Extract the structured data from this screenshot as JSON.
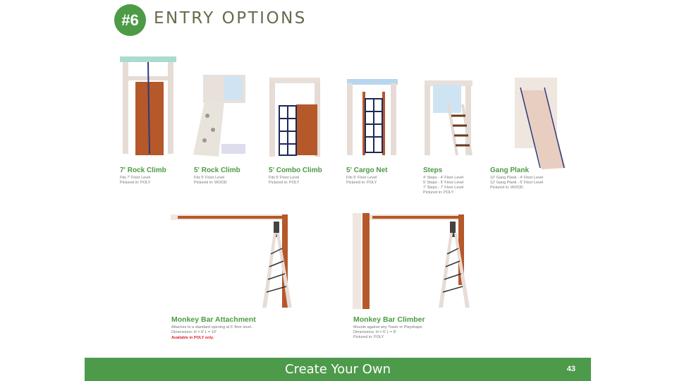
{
  "header": {
    "badge": "#6",
    "title": "ENTRY OPTIONS"
  },
  "products": [
    {
      "name": "7' Rock Climb",
      "lines": [
        "Fits 7' Floor Level",
        "Pictured in: POLY"
      ]
    },
    {
      "name": "5' Rock Climb",
      "lines": [
        "Fits 5' Floor Level",
        "Pictured in: WOOD"
      ]
    },
    {
      "name": "5' Combo Climb",
      "lines": [
        "Fits 5' Floor Level",
        "Pictured in: POLY"
      ]
    },
    {
      "name": "5' Cargo Net",
      "lines": [
        "Fits 5' Floor Level",
        "Pictured in: POLY"
      ]
    },
    {
      "name": "Steps",
      "lines": [
        "4' Steps - 4' Floor Level",
        "5' Steps - 5' Floor Level",
        "7' Steps - 7' Floor Level",
        "Pictured in: POLY"
      ]
    },
    {
      "name": "Gang Plank",
      "lines": [
        "10' Gang Plank - 4' Floor Level",
        "12' Gang Plank - 5' Floor Level",
        "Pictured in: WOOD"
      ]
    }
  ],
  "monkey": [
    {
      "name": "Monkey Bar Attachment",
      "lines": [
        "Attaches to a standard opening at 5' floor level.",
        "Dimensions: H = 8'    L = 10'"
      ],
      "note": "Available in POLY only."
    },
    {
      "name": "Monkey Bar Climber",
      "lines": [
        "Mounts against any Tower or Playshape.",
        "Dimensions: H = 6'    L = 8'",
        "Pictured in: POLY"
      ]
    }
  ],
  "footer": {
    "text": "Create Your Own",
    "page": "43"
  },
  "colors": {
    "green": "#4e9a4b",
    "title": "#676a4c",
    "alert": "#e0202a"
  }
}
